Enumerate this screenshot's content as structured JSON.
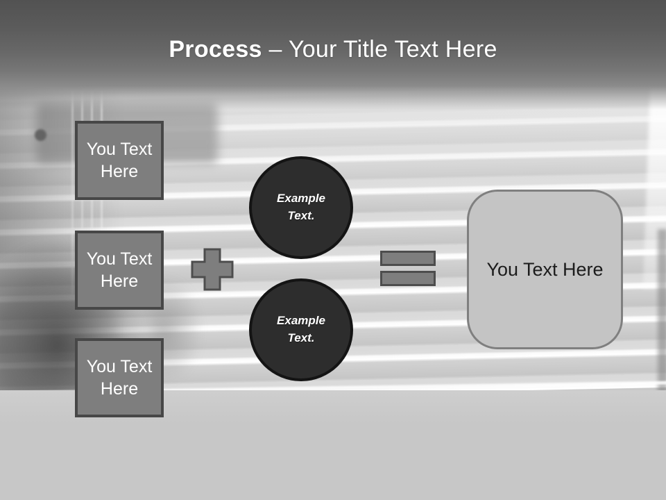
{
  "slide": {
    "header": {
      "title_bold": "Process",
      "title_rest": "– Your Title Text Here"
    },
    "input_boxes": [
      {
        "label": "You Text Here"
      },
      {
        "label": "You Text Here"
      },
      {
        "label": "You Text Here"
      }
    ],
    "operators": {
      "plus_symbol": "+",
      "equals_symbol": "="
    },
    "circles": [
      {
        "label": "Example Text."
      },
      {
        "label": "Example Text."
      }
    ],
    "result_box": {
      "label": "You Text Here"
    },
    "background": {
      "description": "grayscale photo of concrete stairs with seated person silhouette on left"
    },
    "colors": {
      "header_gradient_top": "#525252",
      "header_gradient_bottom": "#8a8a8a",
      "title_text": "#ffffff",
      "input_box_fill": "#7e7e7e",
      "input_box_border": "#474747",
      "input_box_text": "#ffffff",
      "circle_fill": "#2d2d2d",
      "circle_border": "#141414",
      "circle_text": "#ffffff",
      "operator_fill": "#7e7e7e",
      "operator_border": "#4d4d4d",
      "result_box_fill": "#c4c4c4",
      "result_box_border": "#7f7f7f",
      "result_box_text": "#1c1c1c",
      "photo_base": "#c9c9c9"
    }
  }
}
